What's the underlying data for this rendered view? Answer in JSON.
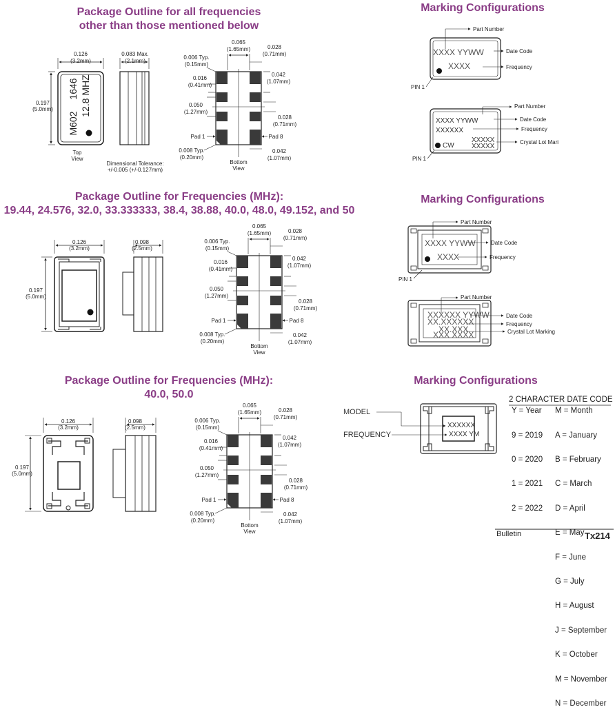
{
  "section1": {
    "title_line1": "Package Outline for all frequencies",
    "title_line2": "other than those mentioned below",
    "width_in": "0.126",
    "width_mm": "(3.2mm)",
    "height_in": "0.197",
    "height_mm": "(5.0mm)",
    "thick_in": "0.083 Max.",
    "thick_mm": "(2.1mm)",
    "chip_line1": "M602",
    "chip_line2": "1646",
    "chip_line3": "12.8 MHZ",
    "top_view_1": "Top",
    "top_view_2": "View",
    "tolerance_1": "Dimensional Tolerance:",
    "tolerance_2": "+/-0.005 (+/-0.127mm)"
  },
  "section2": {
    "title_line1": "Package Outline for Frequencies (MHz):",
    "title_line2": "19.44, 24.576, 32.0, 33.333333, 38.4, 38.88, 40.0, 48.0, 49.152, and 50",
    "width_in": "0.126",
    "width_mm": "(3.2mm)",
    "height_in": "0.197",
    "height_mm": "(5.0mm)",
    "thick_in": "0.098",
    "thick_mm": "(2.5mm)"
  },
  "section3": {
    "title_line1": "Package Outline for Frequencies (MHz):",
    "title_line2": "40.0, 50.0",
    "width_in": "0.126",
    "width_mm": "(3.2mm)",
    "height_in": "0.197",
    "height_mm": "(5.0mm)",
    "thick_in": "0.098",
    "thick_mm": "(2.5mm)"
  },
  "bottom": {
    "d065": "0.065",
    "d065mm": "(1.65mm)",
    "d028": "0.028",
    "d028mm": "(0.71mm)",
    "d006": "0.006 Typ.",
    "d006mm": "(0.15mm)",
    "d042": "0.042",
    "d042mm": "(1.07mm)",
    "d016": "0.016",
    "d016mm": "(0.41mm)",
    "d050": "0.050",
    "d050mm": "(1.27mm)",
    "d028b": "0.028",
    "d028bmm": "(0.71mm)",
    "pad1": "Pad 1",
    "pad8": "Pad 8",
    "d008": "0.008 Typ.",
    "d008mm": "(0.20mm)",
    "d042b": "0.042",
    "d042bmm": "(1.07mm)",
    "view_1": "Bottom",
    "view_2": "View"
  },
  "marking": {
    "title1": "Marking Configurations",
    "title2": "Marking Configurations",
    "title3": "Marking  Configurations",
    "part_number": "Part Number",
    "date_code": "Date Code",
    "frequency": "Frequency",
    "crystal_lot_a": "Crystal Lot Mari",
    "crystal_lot_b": "Crystal Lot Marking",
    "pin1": "PIN 1",
    "m1_line1": "XXXX  YYWW",
    "m1_line2": "XXXX",
    "m2_line1": "XXXX   YYWW",
    "m2_line2": "XXXXXX",
    "m2_cw": "CW",
    "m2_lot1": "XXXXX",
    "m2_lot2": "XXXXX",
    "m3_line1": "XXXX  YYWW",
    "m3_line2": "XXXX",
    "m4_line1": "XXXXXX YYWW",
    "m4_line2": "XX.XXXXXX",
    "m4_line3": "XX.XXX",
    "m4_line4": "XXX  XXXX",
    "model": "MODEL",
    "frequency_caps": "FREQUENCY",
    "m5_line1": "XXXXXX",
    "m5_line2": "XXXX YM"
  },
  "date_code": {
    "heading": "2 CHARACTER DATE CODE",
    "col1_head": "Y = Year",
    "col2_head": "M = Month",
    "years": [
      "9 = 2019",
      "0 = 2020",
      "1 = 2021",
      "2 = 2022"
    ],
    "months": [
      "A = January",
      "B = February",
      "C = March",
      "D = April",
      "E = May",
      "F = June",
      "G = July",
      "H = August",
      "J = September",
      "K = October",
      "M = November",
      "N = December"
    ]
  },
  "footer": {
    "bulletin": "Bulletin",
    "code": "Tx214"
  },
  "colors": {
    "title": "#8a3d86",
    "pad": "#3a3a3a"
  }
}
